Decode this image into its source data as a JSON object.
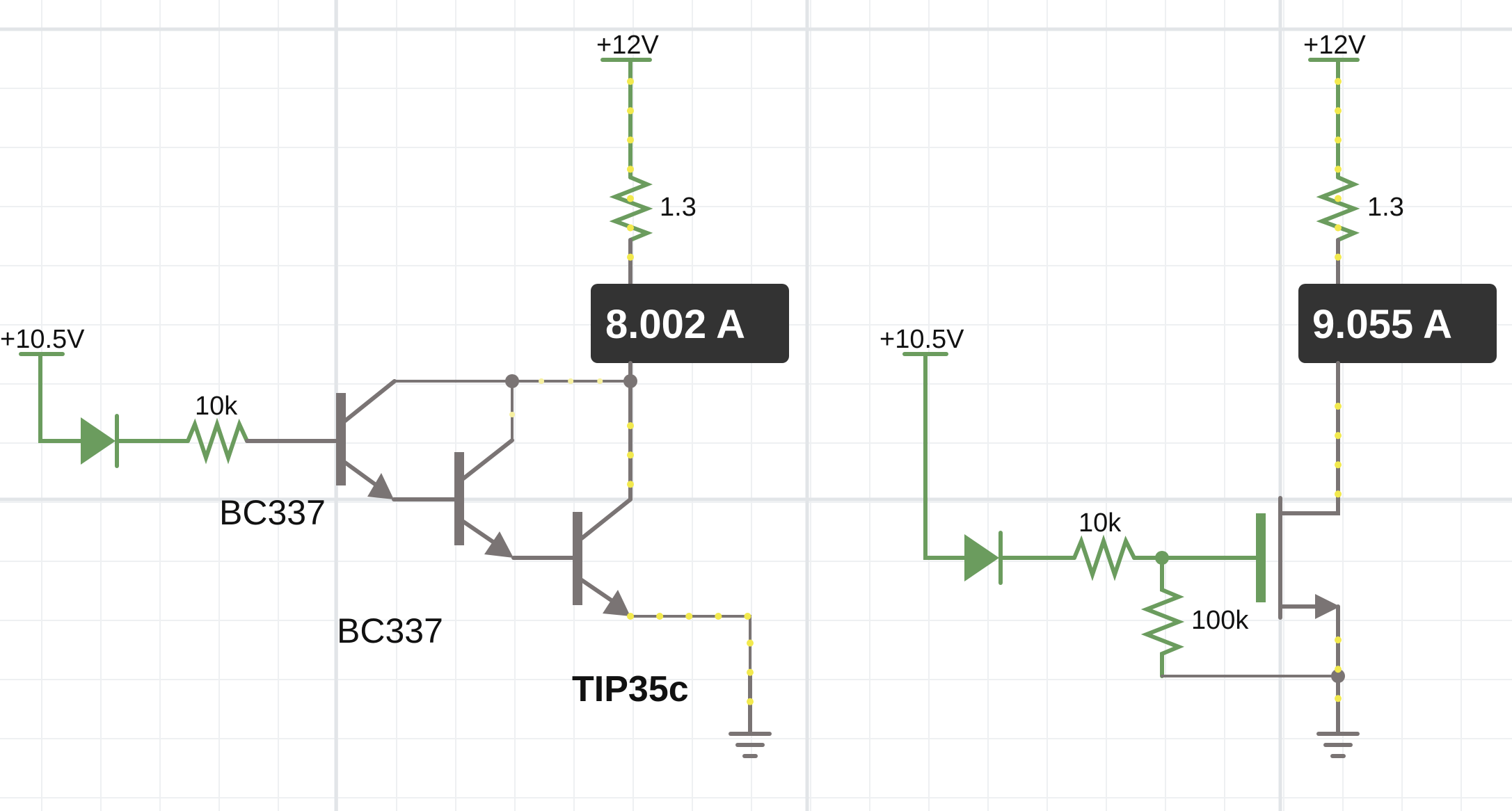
{
  "left_circuit": {
    "supply_top": "+12V",
    "supply_in": "+10.5V",
    "r_base": "10k",
    "r_load": "1.3",
    "q1": "BC337",
    "q2": "BC337",
    "q3": "TIP35c",
    "meter": "8.002 A"
  },
  "right_circuit": {
    "supply_top": "+12V",
    "supply_in": "+10.5V",
    "r_gate": "10k",
    "r_pulldown": "100k",
    "r_load": "1.3",
    "meter": "9.055 A"
  },
  "colors": {
    "powered_wire": "#6b9c5e",
    "wire": "#7a7474",
    "current_dot": "#f2e94e",
    "meter_bg": "#333333"
  }
}
